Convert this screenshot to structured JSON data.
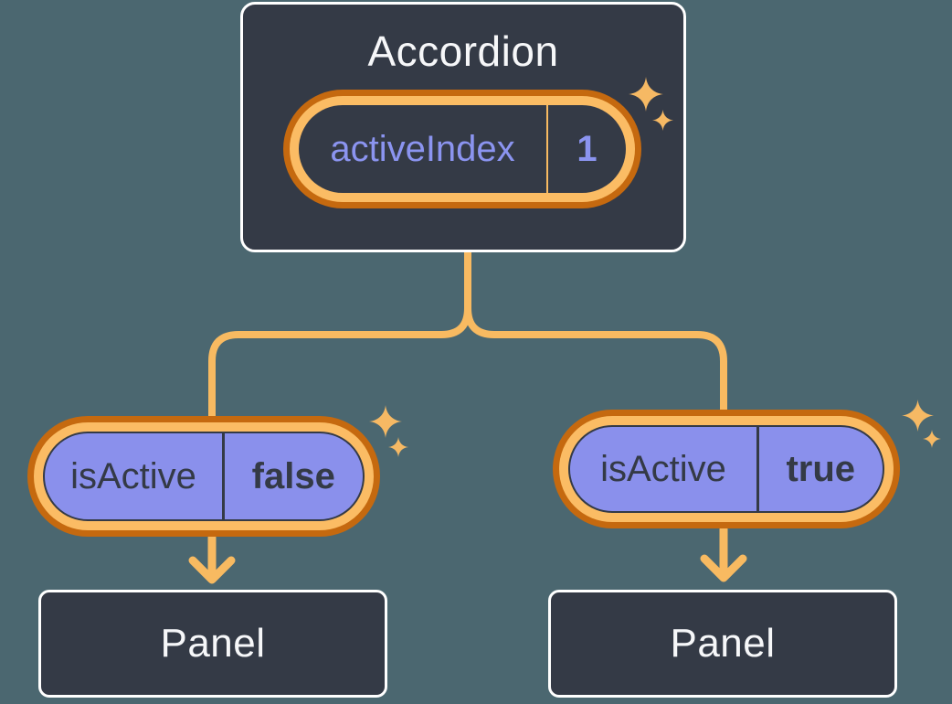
{
  "diagram": {
    "root": {
      "label": "Accordion",
      "state": {
        "name": "activeIndex",
        "value": "1"
      }
    },
    "children": [
      {
        "prop_name": "isActive",
        "prop_value": "false",
        "panel_label": "Panel"
      },
      {
        "prop_name": "isActive",
        "prop_value": "true",
        "panel_label": "Panel"
      }
    ],
    "colors": {
      "background": "#4b6770",
      "node_dark": "#343a46",
      "node_border": "#ffffff",
      "text_light": "#f6f7f9",
      "pill_purple": "#8a90ec",
      "pill_text_purple": "#8b94f0",
      "ring_light_orange": "#fbbc64",
      "ring_dark_orange": "#c5690f",
      "connector_orange": "#f8ba61",
      "sparkle_orange": "#f6b964"
    }
  }
}
